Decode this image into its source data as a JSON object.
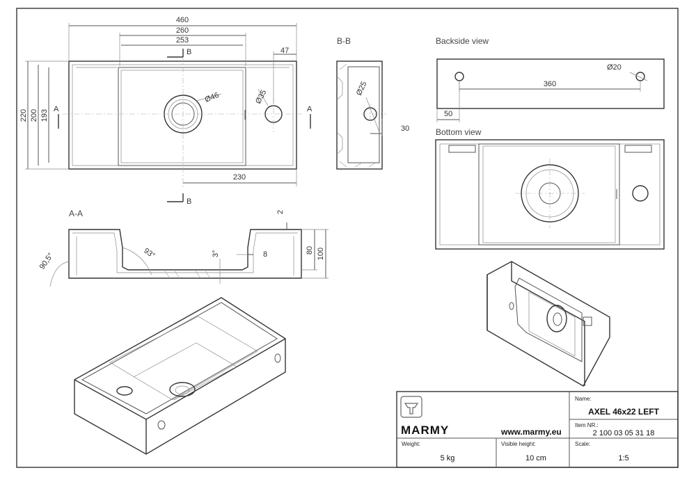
{
  "views": {
    "section_bb": "B-B",
    "section_aa": "A-A",
    "backside": "Backside view",
    "bottom": "Bottom view"
  },
  "dims": {
    "top_460": "460",
    "top_260": "260",
    "top_253": "253",
    "left_220": "220",
    "left_200": "200",
    "left_193": "193",
    "d46": "Ø46",
    "d35": "Ø35",
    "w47": "47",
    "w230": "230",
    "bb_d25": "Ø25",
    "bb_30": "30",
    "back_d20": "Ø20",
    "back_360": "360",
    "back_50": "50",
    "aa_2": "2",
    "aa_80": "80",
    "aa_100": "100",
    "aa_93": "93°",
    "aa_905": "90,5°",
    "aa_3": "3°",
    "aa_8": "8",
    "cut_A": "A",
    "cut_B": "B"
  },
  "title_block": {
    "brand": "MARMY",
    "website": "www.marmy.eu",
    "name_label": "Name:",
    "name_value": "AXEL 46x22 LEFT",
    "item_label": "Item NR.:",
    "item_value": "2 100 03 05 31 18",
    "weight_label": "Weight:",
    "weight_value": "5 kg",
    "visible_height_label": "Visible height:",
    "visible_height_value": "10 cm",
    "scale_label": "Scale:",
    "scale_value": "1:5",
    "logo_icon": "marmy-logo-icon"
  }
}
